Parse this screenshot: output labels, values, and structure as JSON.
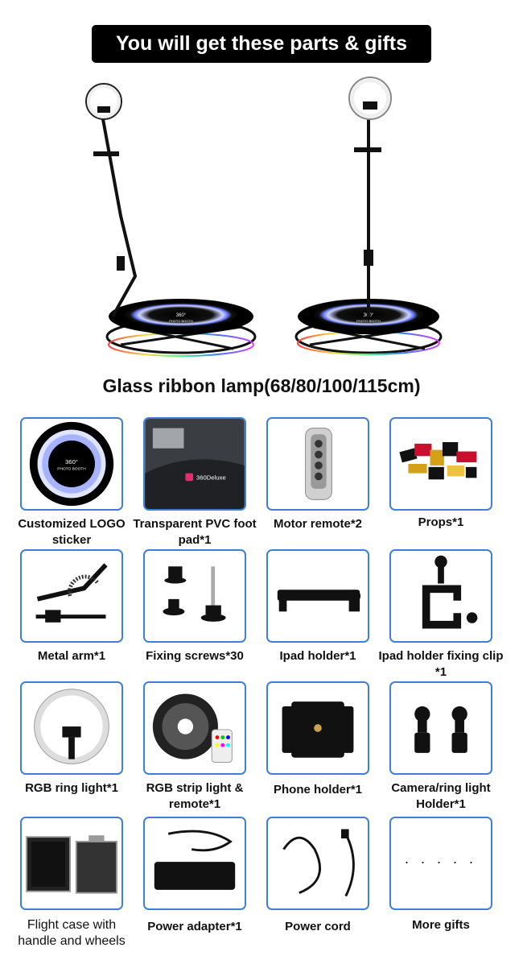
{
  "header": {
    "title": "You will get these parts & gifts"
  },
  "hero": {
    "label": "360°",
    "sublabel": "PHOTO BOOTH"
  },
  "subtitle": "Glass ribbon lamp(68/80/100/115cm)",
  "items": [
    {
      "label": "Customized LOGO sticker",
      "icon": "logo-sticker-icon"
    },
    {
      "label": "Transparent PVC foot pad*1",
      "icon": "pvc-pad-icon"
    },
    {
      "label": "Motor remote*2",
      "icon": "remote-icon"
    },
    {
      "label": "Props*1",
      "icon": "props-icon"
    },
    {
      "label": "Metal arm*1",
      "icon": "metal-arm-icon"
    },
    {
      "label": "Fixing screws*30",
      "icon": "screws-icon"
    },
    {
      "label": "Ipad holder*1",
      "icon": "ipad-holder-icon"
    },
    {
      "label": "Ipad holder fixing clip *1",
      "icon": "clip-icon"
    },
    {
      "label": "RGB ring light*1",
      "icon": "ring-light-icon"
    },
    {
      "label": "RGB strip light & remote*1",
      "icon": "strip-light-icon"
    },
    {
      "label": "Phone holder*1",
      "icon": "phone-holder-icon"
    },
    {
      "label": "Camera/ring light Holder*1",
      "icon": "camera-holder-icon"
    },
    {
      "label": "Flight case with handle and wheels",
      "icon": "flight-case-icon"
    },
    {
      "label": "Power adapter*1",
      "icon": "power-adapter-icon"
    },
    {
      "label": "Power cord",
      "icon": "power-cord-icon"
    },
    {
      "label": "More gifts",
      "icon": "more-gifts-icon",
      "dots": ". . . . ."
    }
  ],
  "sticker": {
    "label": "360°",
    "sublabel": "PHOTO BOOTH"
  },
  "pad_text": "360Deluxe"
}
